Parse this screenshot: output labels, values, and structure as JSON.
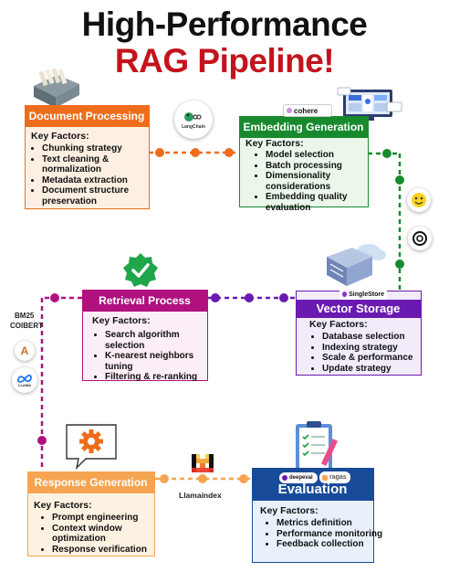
{
  "title": {
    "line1": "High-Performance",
    "line2": "RAG Pipeline!"
  },
  "colors": {
    "orange": "#ee6d1c",
    "green": "#188a2e",
    "purple": "#6a1ab0",
    "magenta": "#b0117f",
    "lightorange": "#f5a552",
    "blue": "#174b99",
    "title_red": "#c3141d"
  },
  "stages": {
    "document_processing": {
      "title": "Document Processing",
      "key_factors_label": "Key Factors:",
      "items": [
        "Chunking strategy",
        "Text cleaning & normalization",
        "Metadata extraction",
        "Document structure preservation"
      ]
    },
    "embedding_generation": {
      "title": "Embedding Generation",
      "key_factors_label": "Key Factors:",
      "items": [
        "Model selection",
        "Batch processing",
        "Dimensionality considerations",
        "Embedding quality evaluation"
      ],
      "logo": "cohere"
    },
    "retrieval_process": {
      "title": "Retrieval Process",
      "key_factors_label": "Key Factors:",
      "items": [
        "Search algorithm selection",
        "K-nearest neighbors tuning",
        "Filtering & re-ranking"
      ]
    },
    "vector_storage": {
      "title": "Vector Storage",
      "key_factors_label": "Key Factors:",
      "items": [
        "Database selection",
        "Indexing strategy",
        "Scale & performance",
        "Update strategy"
      ],
      "logo": "SingleStore"
    },
    "response_generation": {
      "title": "Response Generation",
      "key_factors_label": "Key Factors:",
      "items": [
        "Prompt engineering",
        "Context window optimization",
        "Response verification"
      ]
    },
    "evaluation": {
      "title": "Evaluation",
      "key_factors_label": "Key Factors:",
      "items": [
        "Metrics definition",
        "Performance monitoring",
        "Feedback collection"
      ],
      "logos": [
        "deepeval",
        "ragas"
      ]
    }
  },
  "tools": {
    "langchain": "LangChain",
    "llamaindex": "Llamaindex",
    "bm25": "BM25",
    "colbert": "COlBERT",
    "llama": "LLAMA",
    "anthropic_letter": "A"
  },
  "icons": [
    "file-cabinet-icon",
    "monitor-dashboard-icon",
    "server-cloud-icon",
    "checkmark-badge-icon",
    "gear-chat-icon",
    "clipboard-checklist-icon",
    "hugging-face-icon",
    "openai-icon",
    "meta-icon",
    "mistral-icon"
  ]
}
